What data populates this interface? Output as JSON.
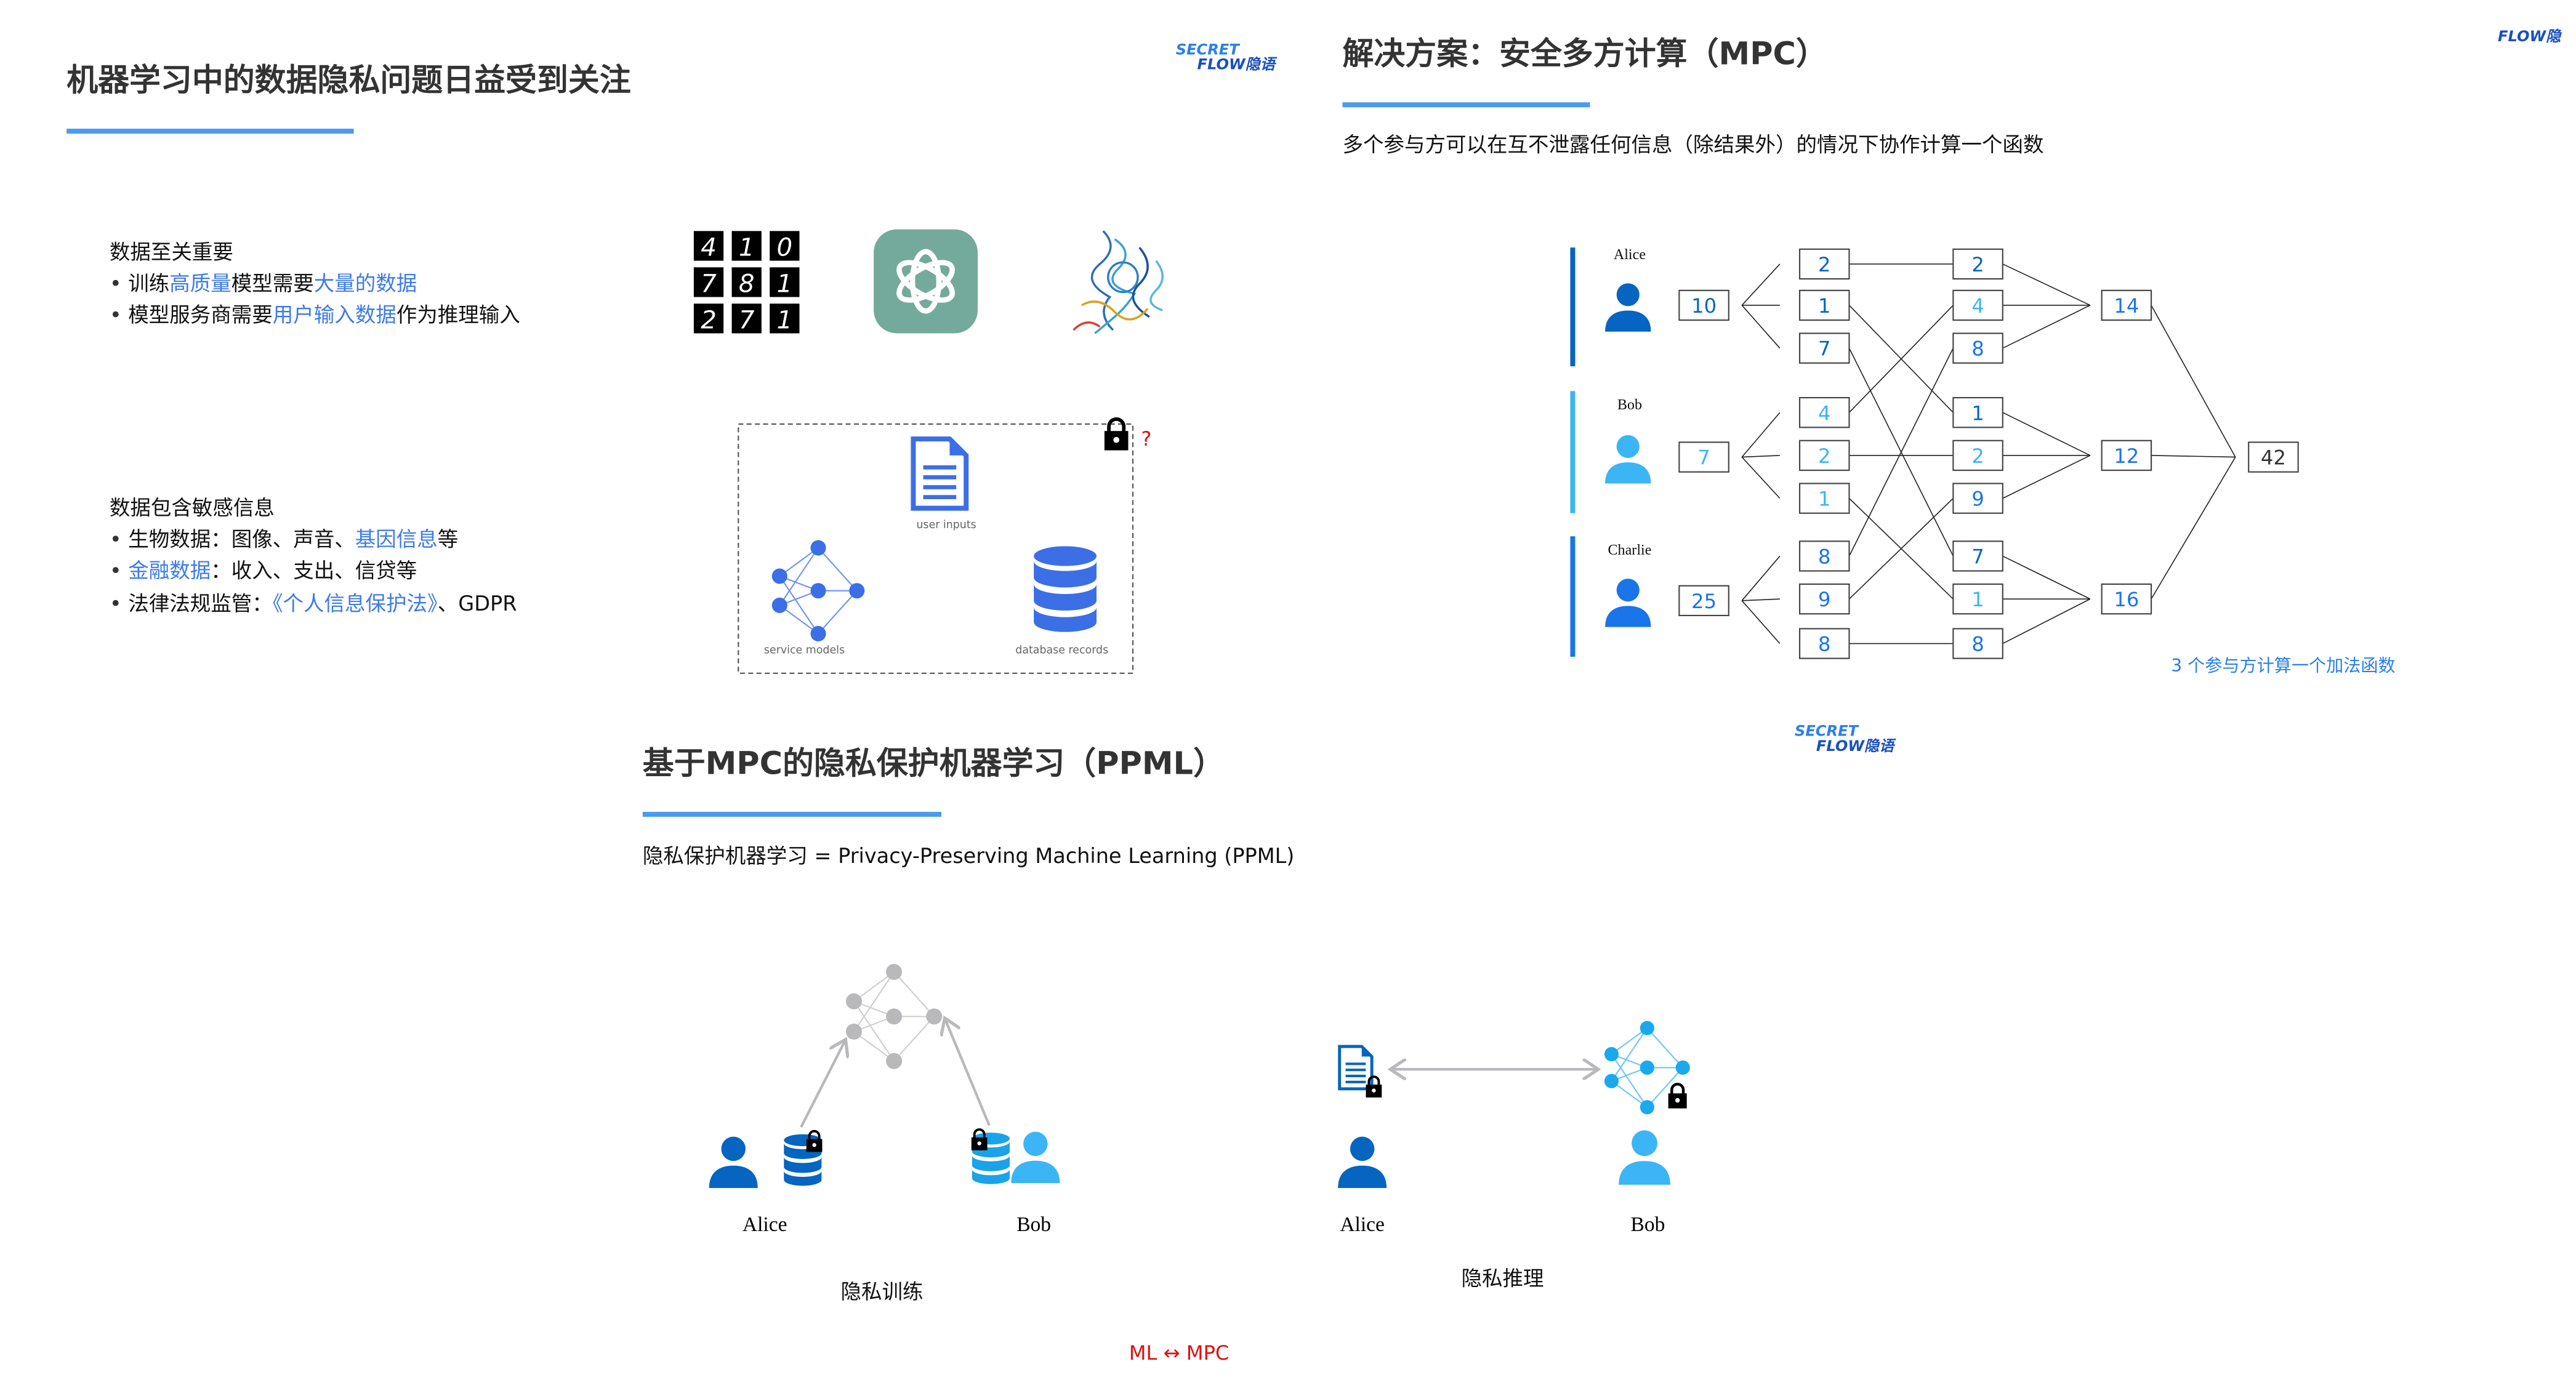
{
  "colors": {
    "accent": "#4a9bef",
    "highlight": "#3d7be6",
    "alice": "#0565c0",
    "bob": "#3bb5f5",
    "charlie": "#1a74ea",
    "red": "#e01010",
    "gray": "#b9b9bb"
  },
  "logo": {
    "line1": "SECRET",
    "line2": "FLOW隐语",
    "partial": "FLOW隐"
  },
  "slide1": {
    "title": "机器学习中的数据隐私问题日益受到关注",
    "block1": {
      "heading": "数据至关重要",
      "b1": [
        {
          "t": "训练",
          "h": false
        },
        {
          "t": "高质量",
          "h": true
        },
        {
          "t": "模型需要",
          "h": false
        },
        {
          "t": "大量的数据",
          "h": true
        }
      ],
      "b2": [
        {
          "t": "模型服务商需要",
          "h": false
        },
        {
          "t": "用户输入数据",
          "h": true
        },
        {
          "t": "作为推理输入",
          "h": false
        }
      ]
    },
    "block2": {
      "heading": "数据包含敏感信息",
      "b1": [
        {
          "t": "生物数据：图像、声音、",
          "h": false
        },
        {
          "t": "基因信息",
          "h": true
        },
        {
          "t": "等",
          "h": false
        }
      ],
      "b2": [
        {
          "t": "金融数据",
          "h": true
        },
        {
          "t": "：收入、支出、信贷等",
          "h": false
        }
      ],
      "b3": [
        {
          "t": "法律法规监管：",
          "h": false
        },
        {
          "t": "《个人信息保护法》",
          "h": true
        },
        {
          "t": "、GDPR",
          "h": false
        }
      ]
    },
    "mnist_digits": [
      "4",
      "1",
      "0",
      "7",
      "8",
      "1",
      "2",
      "7",
      "1"
    ],
    "box": {
      "user_inputs": "user inputs",
      "service_models": "service models",
      "database_records": "database records",
      "question": "?"
    }
  },
  "slide2": {
    "title": "解决方案：安全多方计算（MPC）",
    "subtitle": "多个参与方可以在互不泄露任何信息（除结果外）的情况下协作计算一个函数",
    "parties": [
      {
        "name": "Alice",
        "value": "10",
        "shares": [
          "2",
          "1",
          "7"
        ]
      },
      {
        "name": "Bob",
        "value": "7",
        "shares": [
          "4",
          "2",
          "1"
        ]
      },
      {
        "name": "Charlie",
        "value": "25",
        "shares": [
          "8",
          "9",
          "8"
        ]
      }
    ],
    "regrouped": [
      "2",
      "4",
      "8",
      "1",
      "2",
      "9",
      "7",
      "1",
      "8"
    ],
    "sums": [
      "14",
      "12",
      "16"
    ],
    "total": "42",
    "caption": "3 个参与方计算一个加法函数"
  },
  "slide3": {
    "title": "基于MPC的隐私保护机器学习（PPML）",
    "subtitle": "隐私保护机器学习 = Privacy-Preserving Machine Learning (PPML)",
    "training": {
      "alice": "Alice",
      "bob": "Bob",
      "label": "隐私训练"
    },
    "inference": {
      "alice": "Alice",
      "bob": "Bob",
      "label": "隐私推理"
    },
    "footer": "ML ↔ MPC"
  }
}
